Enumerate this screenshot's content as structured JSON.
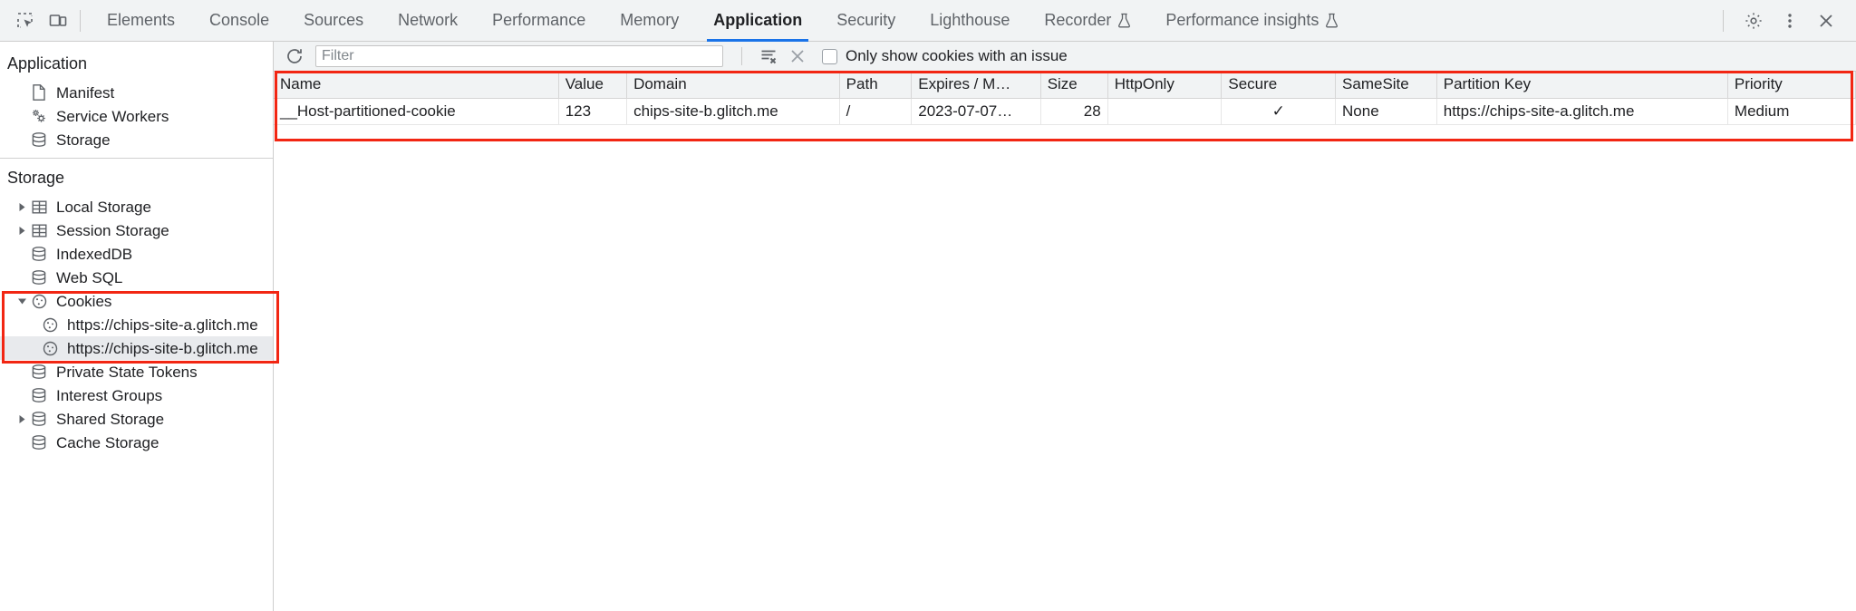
{
  "toolbar": {
    "inspect_icon": "inspect-element-icon",
    "device_icon": "device-toolbar-icon",
    "tabs": [
      {
        "label": "Elements",
        "active": false,
        "experimental": false
      },
      {
        "label": "Console",
        "active": false,
        "experimental": false
      },
      {
        "label": "Sources",
        "active": false,
        "experimental": false
      },
      {
        "label": "Network",
        "active": false,
        "experimental": false
      },
      {
        "label": "Performance",
        "active": false,
        "experimental": false
      },
      {
        "label": "Memory",
        "active": false,
        "experimental": false
      },
      {
        "label": "Application",
        "active": true,
        "experimental": false
      },
      {
        "label": "Security",
        "active": false,
        "experimental": false
      },
      {
        "label": "Lighthouse",
        "active": false,
        "experimental": false
      },
      {
        "label": "Recorder",
        "active": false,
        "experimental": true
      },
      {
        "label": "Performance insights",
        "active": false,
        "experimental": true
      }
    ],
    "settings_icon": "gear-icon",
    "more_icon": "more-vertical-icon",
    "close_icon": "close-icon"
  },
  "sidebar": {
    "sections": [
      {
        "title": "Application",
        "items": [
          {
            "label": "Manifest",
            "icon": "document-icon",
            "indent": 1,
            "arrow": false,
            "selected": false
          },
          {
            "label": "Service Workers",
            "icon": "gears-icon",
            "indent": 1,
            "arrow": false,
            "selected": false
          },
          {
            "label": "Storage",
            "icon": "database-icon",
            "indent": 1,
            "arrow": false,
            "selected": false
          }
        ]
      },
      {
        "title": "Storage",
        "items": [
          {
            "label": "Local Storage",
            "icon": "table-icon",
            "indent": 1,
            "arrow": "collapsed",
            "selected": false
          },
          {
            "label": "Session Storage",
            "icon": "table-icon",
            "indent": 1,
            "arrow": "collapsed",
            "selected": false
          },
          {
            "label": "IndexedDB",
            "icon": "database-icon",
            "indent": 1,
            "arrow": false,
            "selected": false
          },
          {
            "label": "Web SQL",
            "icon": "database-icon",
            "indent": 1,
            "arrow": false,
            "selected": false
          },
          {
            "label": "Cookies",
            "icon": "cookie-icon",
            "indent": 1,
            "arrow": "expanded",
            "selected": false
          },
          {
            "label": "https://chips-site-a.glitch.me",
            "icon": "cookie-icon",
            "indent": 2,
            "arrow": false,
            "selected": false
          },
          {
            "label": "https://chips-site-b.glitch.me",
            "icon": "cookie-icon",
            "indent": 2,
            "arrow": false,
            "selected": true
          },
          {
            "label": "Private State Tokens",
            "icon": "database-icon",
            "indent": 1,
            "arrow": false,
            "selected": false
          },
          {
            "label": "Interest Groups",
            "icon": "database-icon",
            "indent": 1,
            "arrow": false,
            "selected": false
          },
          {
            "label": "Shared Storage",
            "icon": "database-icon",
            "indent": 1,
            "arrow": "collapsed",
            "selected": false
          },
          {
            "label": "Cache Storage",
            "icon": "database-icon",
            "indent": 1,
            "arrow": false,
            "selected": false
          }
        ]
      }
    ]
  },
  "filterbar": {
    "refresh_icon": "refresh-icon",
    "filter_placeholder": "Filter",
    "filter_value": "",
    "clear_filter_icon": "clear-filter-icon",
    "clear_all_icon": "clear-all-icon",
    "issue_checkbox_label": "Only show cookies with an issue",
    "issue_checkbox_checked": false
  },
  "table": {
    "columns": [
      "Name",
      "Value",
      "Domain",
      "Path",
      "Expires / M…",
      "Size",
      "HttpOnly",
      "Secure",
      "SameSite",
      "Partition Key",
      "Priority"
    ],
    "rows": [
      {
        "name": "__Host-partitioned-cookie",
        "value": "123",
        "domain": "chips-site-b.glitch.me",
        "path": "/",
        "expires": "2023-07-07…",
        "size": "28",
        "httponly": "",
        "secure": "✓",
        "samesite": "None",
        "partition_key": "https://chips-site-a.glitch.me",
        "priority": "Medium"
      }
    ]
  },
  "annotations": {
    "accent_color": "#f22613",
    "boxes": [
      "cookies-tree-highlight",
      "cookies-table-highlight"
    ]
  }
}
